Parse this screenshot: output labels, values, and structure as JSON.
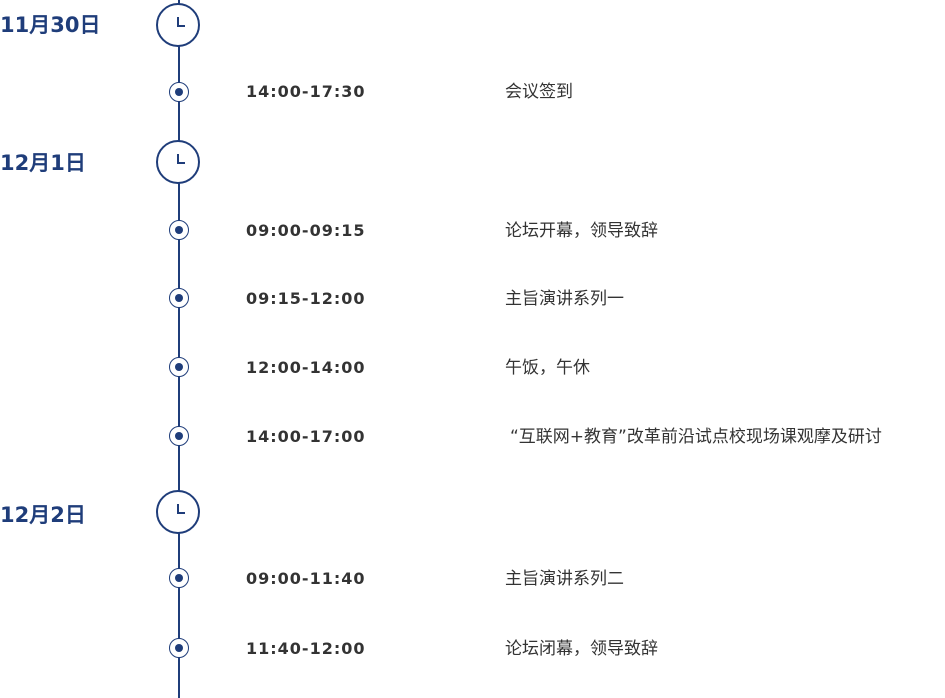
{
  "colors": {
    "accent": "#1f3d7a",
    "text": "#333333",
    "background": "#ffffff"
  },
  "days": [
    {
      "date": "11月30日",
      "icon": "clock-icon",
      "events": [
        {
          "time": "14:00-17:30",
          "title": "会议签到"
        }
      ]
    },
    {
      "date": "12月1日",
      "icon": "clock-icon",
      "events": [
        {
          "time": "09:00-09:15",
          "title": "论坛开幕，领导致辞"
        },
        {
          "time": "09:15-12:00",
          "title": "主旨演讲系列一"
        },
        {
          "time": "12:00-14:00",
          "title": "午饭，午休"
        },
        {
          "time": "14:00-17:00",
          "title": "“互联网+教育”改革前沿试点校现场课观摩及研讨"
        }
      ]
    },
    {
      "date": "12月2日",
      "icon": "clock-icon",
      "events": [
        {
          "time": "09:00-11:40",
          "title": "主旨演讲系列二"
        },
        {
          "time": "11:40-12:00",
          "title": "论坛闭幕，领导致辞"
        }
      ]
    }
  ]
}
